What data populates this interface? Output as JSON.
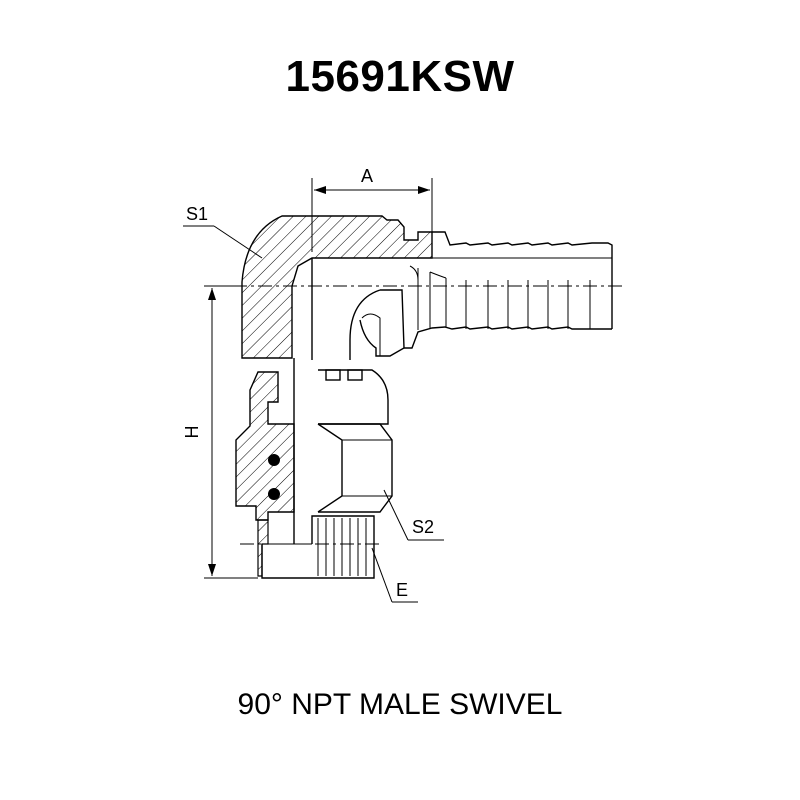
{
  "title": "15691KSW",
  "caption": "90° NPT MALE SWIVEL",
  "labels": {
    "A": "A",
    "H": "H",
    "S1": "S1",
    "S2": "S2",
    "E": "E"
  }
}
